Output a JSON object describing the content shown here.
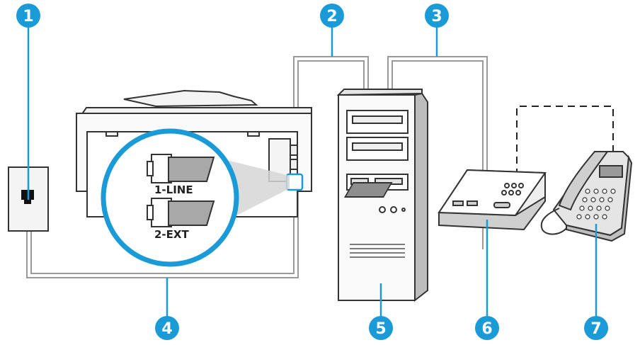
{
  "colors": {
    "callout": "#1a9ad6",
    "device_stroke": "#333333",
    "cable": "#9a9a9a",
    "magnifier": "#1a9ad6",
    "background": "#ffffff"
  },
  "port_labels": {
    "line": "1-LINE",
    "ext": "2-EXT"
  },
  "callouts": [
    {
      "number": "1",
      "refers_to": "wall-jack"
    },
    {
      "number": "2",
      "refers_to": "printer-to-computer-cable"
    },
    {
      "number": "3",
      "refers_to": "computer-to-answering-machine-cable"
    },
    {
      "number": "4",
      "refers_to": "wall-to-printer-cable"
    },
    {
      "number": "5",
      "refers_to": "computer"
    },
    {
      "number": "6",
      "refers_to": "answering-machine"
    },
    {
      "number": "7",
      "refers_to": "telephone"
    }
  ],
  "icons": [
    "wall-jack-icon",
    "printer-icon",
    "computer-tower-icon",
    "answering-machine-icon",
    "telephone-icon",
    "port-zoom-icon"
  ]
}
